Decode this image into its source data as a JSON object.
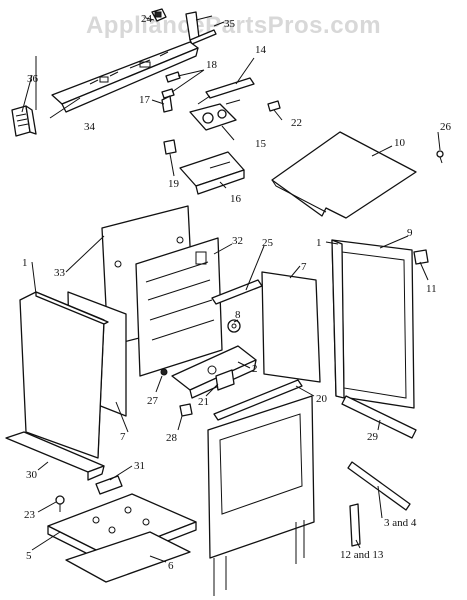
{
  "watermark": "AppliancePartsPros.com",
  "labels": {
    "l1a": "1",
    "l1b": "1",
    "l2": "2",
    "l3and4": "3 and 4",
    "l5": "5",
    "l6": "6",
    "l7a": "7",
    "l7b": "7",
    "l8": "8",
    "l9": "9",
    "l10": "10",
    "l11": "11",
    "l12and13": "12 and 13",
    "l14": "14",
    "l15": "15",
    "l16": "16",
    "l17": "17",
    "l18": "18",
    "l19": "19",
    "l20": "20",
    "l21": "21",
    "l22": "22",
    "l23": "23",
    "l24": "24",
    "l25": "25",
    "l26": "26",
    "l27": "27",
    "l28": "28",
    "l29": "29",
    "l30": "30",
    "l31": "31",
    "l32": "32",
    "l33": "33",
    "l34": "34",
    "l35": "35",
    "l36": "36"
  }
}
